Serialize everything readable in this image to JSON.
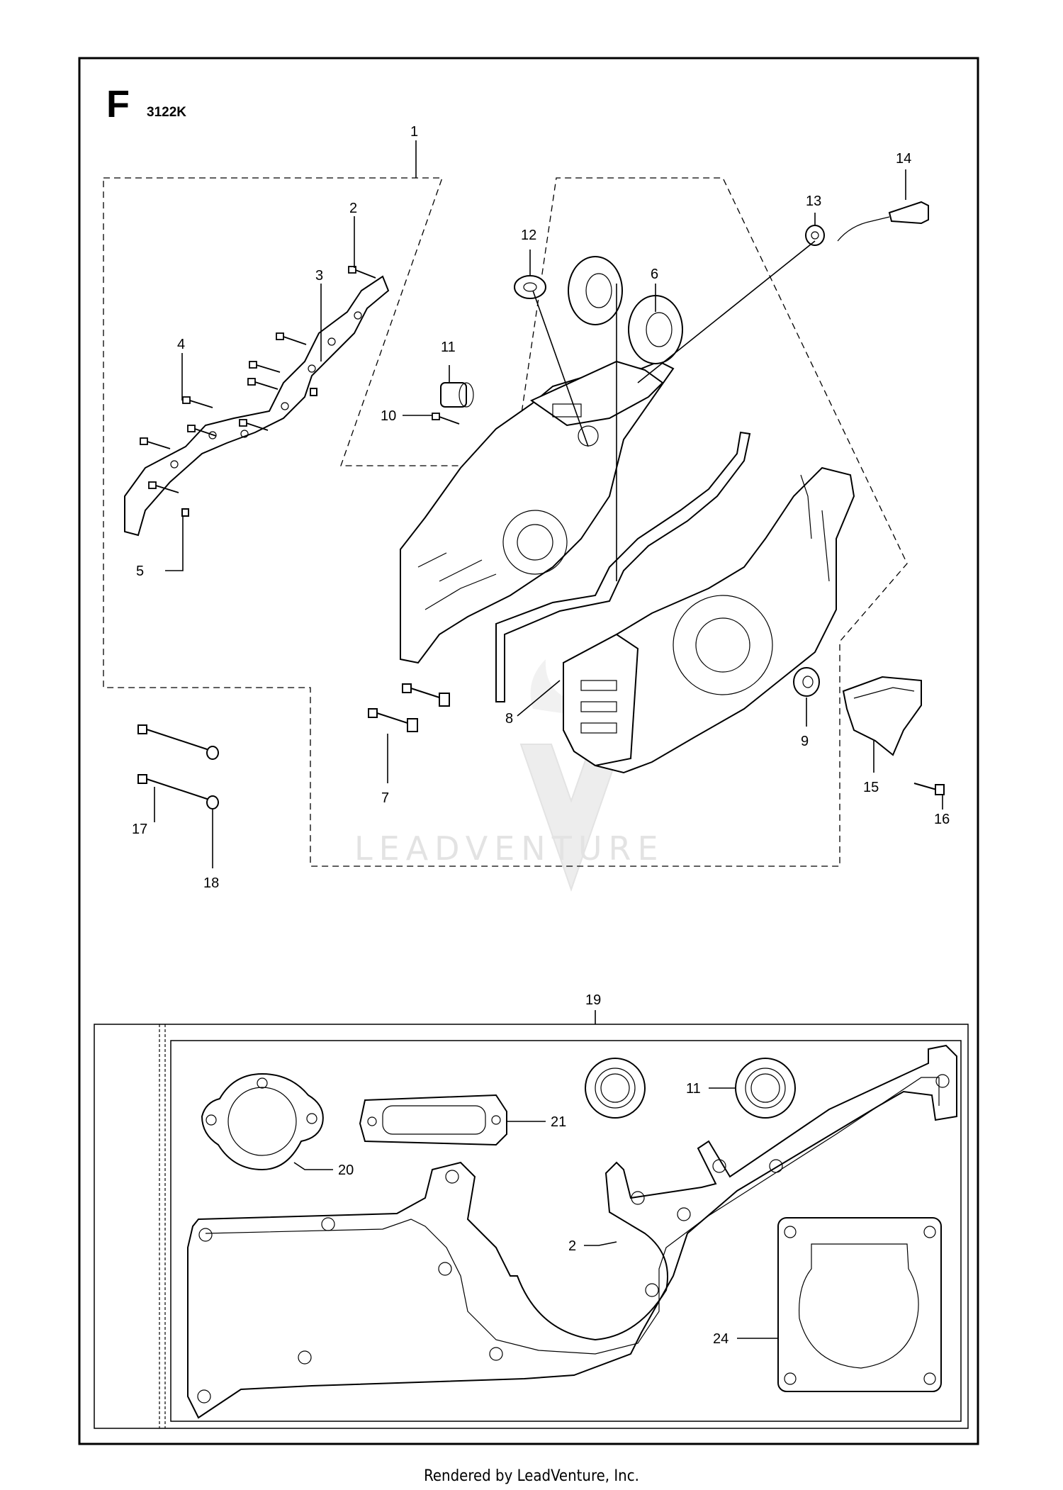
{
  "diagram": {
    "section_letter": "F",
    "diagram_code": "3122K",
    "watermark": "LEADVENTURE",
    "callouts": [
      {
        "id": "c1",
        "text": "1"
      },
      {
        "id": "c2",
        "text": "2"
      },
      {
        "id": "c3",
        "text": "3"
      },
      {
        "id": "c4",
        "text": "4"
      },
      {
        "id": "c5",
        "text": "5"
      },
      {
        "id": "c6",
        "text": "6"
      },
      {
        "id": "c7",
        "text": "7"
      },
      {
        "id": "c8",
        "text": "8"
      },
      {
        "id": "c9",
        "text": "9"
      },
      {
        "id": "c10",
        "text": "10"
      },
      {
        "id": "c11",
        "text": "11"
      },
      {
        "id": "c12",
        "text": "12"
      },
      {
        "id": "c13",
        "text": "13"
      },
      {
        "id": "c14",
        "text": "14"
      },
      {
        "id": "c15",
        "text": "15"
      },
      {
        "id": "c16",
        "text": "16"
      },
      {
        "id": "c17",
        "text": "17"
      },
      {
        "id": "c18",
        "text": "18"
      },
      {
        "id": "c19",
        "text": "19"
      },
      {
        "id": "c20",
        "text": "20"
      },
      {
        "id": "c21",
        "text": "21"
      },
      {
        "id": "c11b",
        "text": "11"
      },
      {
        "id": "c2b",
        "text": "2"
      },
      {
        "id": "c24",
        "text": "24"
      }
    ]
  },
  "footer": {
    "text": "Rendered by LeadVenture, Inc."
  }
}
